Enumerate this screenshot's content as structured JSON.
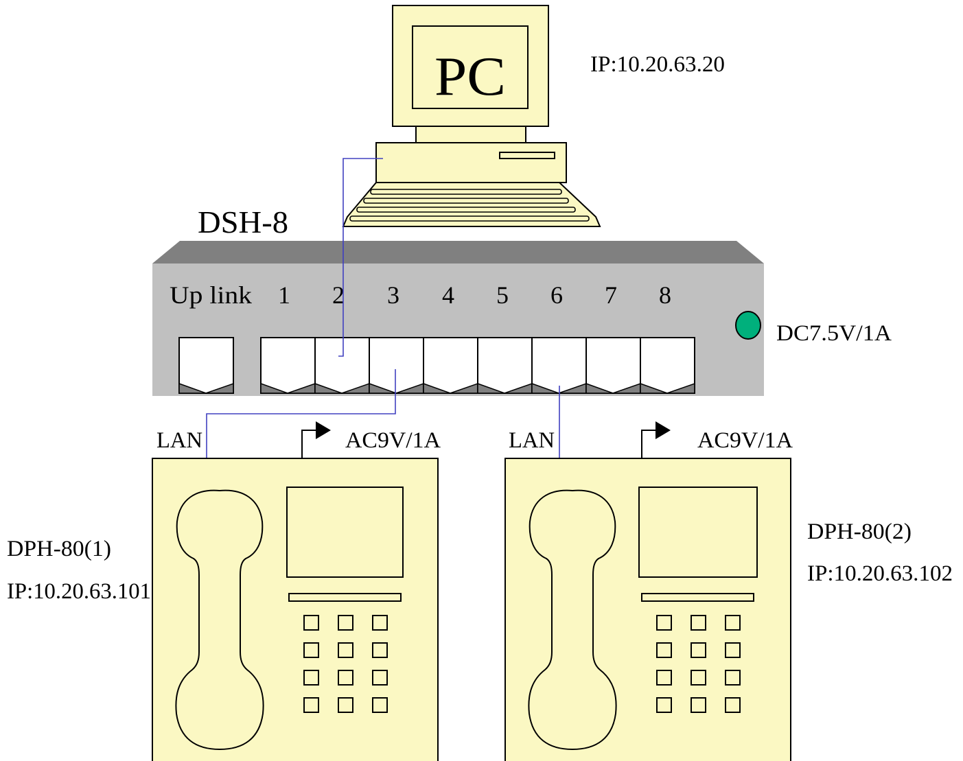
{
  "pc": {
    "screen_label": "PC",
    "ip": "IP:10.20.63.20"
  },
  "switch": {
    "model": "DSH-8",
    "uplink_label": "Up link",
    "port_labels": [
      "1",
      "2",
      "3",
      "4",
      "5",
      "6",
      "7",
      "8"
    ],
    "power_label": "DC7.5V/1A"
  },
  "phone1": {
    "lan_label": "LAN",
    "power_label": "AC9V/1A",
    "name": "DPH-80(1)",
    "ip": "IP:10.20.63.101"
  },
  "phone2": {
    "lan_label": "LAN",
    "power_label": "AC9V/1A",
    "name": "DPH-80(2)",
    "ip": "IP:10.20.63.102"
  },
  "colors": {
    "device_fill": "#fbf8c3",
    "switch_front": "#c0c0c0",
    "switch_top": "#808080",
    "cable": "#4040c0",
    "power_led": "#00b07c"
  }
}
